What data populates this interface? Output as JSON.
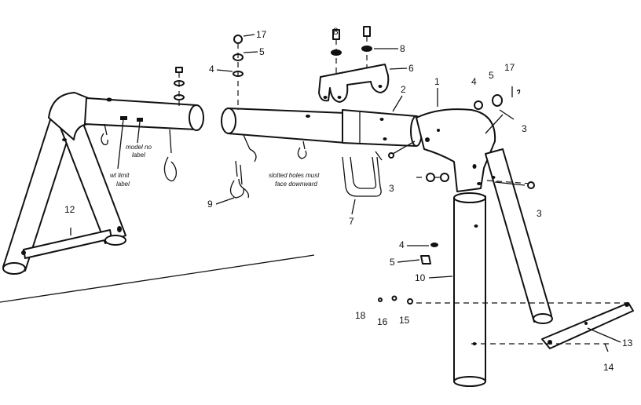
{
  "part_labels": {
    "p1": "1",
    "p2": "2",
    "p3a": "3",
    "p3b": "3",
    "p3c": "3",
    "p4a": "4",
    "p4b": "4",
    "p4c": "4",
    "p5a": "5",
    "p5b": "5",
    "p5c": "5",
    "p6": "6",
    "p7": "7",
    "p8a": "8",
    "p8b": "8",
    "p9": "9",
    "p10": "10",
    "p12": "12",
    "p13": "13",
    "p14": "14",
    "p15": "15",
    "p16": "16",
    "p17a": "17",
    "p17b": "17",
    "p18": "18"
  },
  "annotations": {
    "model_label_l1": "model no",
    "model_label_l2": "label",
    "wt_label_l1": "wt limit",
    "wt_label_l2": "label",
    "slotted_l1": "slotted holes must",
    "slotted_l2": "face downward"
  }
}
